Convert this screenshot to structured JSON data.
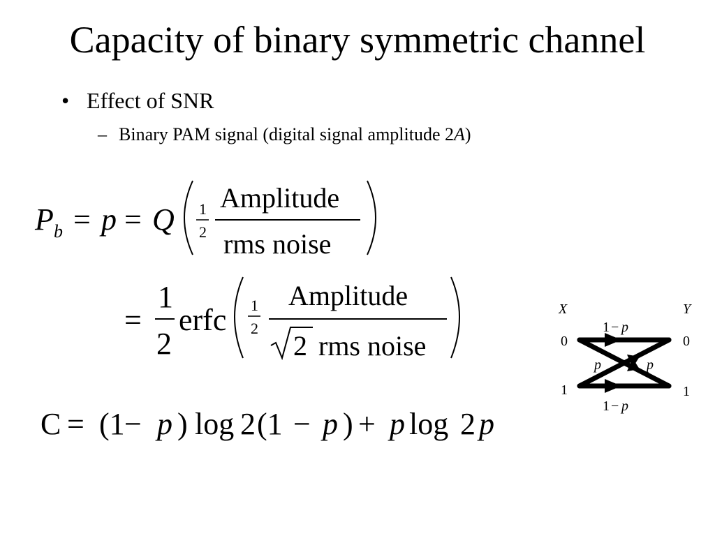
{
  "slide": {
    "title": "Capacity of binary symmetric channel",
    "bullet": "Effect of SNR",
    "sub_bullet": {
      "text": "Binary PAM signal (digital signal amplitude 2",
      "italic_var": "A",
      "close": ")"
    }
  },
  "eq1": {
    "lhs_var": "P",
    "lhs_sub": "b",
    "eq": "=",
    "p": "p",
    "q": "Q",
    "half_num": "1",
    "half_den": "2",
    "num": "Amplitude",
    "den": "rms noise"
  },
  "eq2": {
    "eq": "=",
    "frac_num": "1",
    "frac_den": "2",
    "fn": "erfc",
    "half_num": "1",
    "half_den": "2",
    "num": "Amplitude",
    "sqrt_arg": "2",
    "den": "rms noise"
  },
  "eq3": {
    "C": "C",
    "eq": "=",
    "t1": "(1",
    "minus": "−",
    "p": "p",
    "close": ")",
    "log": "log",
    "two": "2",
    "t2": "(1",
    "plus": "+"
  },
  "channel": {
    "input_label": "X",
    "output_label": "Y",
    "in0": "0",
    "in1": "1",
    "out0": "0",
    "out1": "1",
    "top_label_num": "1",
    "top_label_minus": "−",
    "top_label_p": "p",
    "bottom_label_num": "1",
    "bottom_label_minus": "−",
    "bottom_label_p": "p",
    "cross_left": "p",
    "cross_right": "p"
  }
}
